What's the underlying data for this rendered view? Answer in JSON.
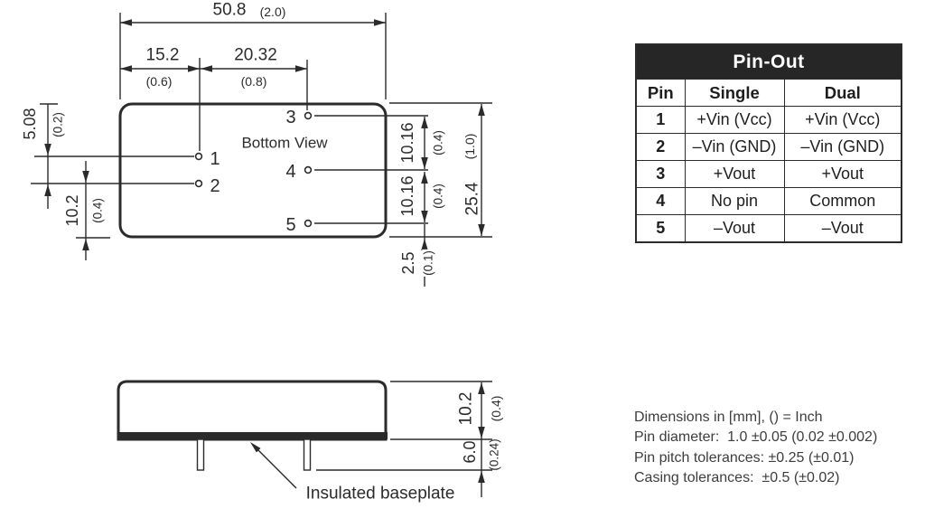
{
  "bottom_view": {
    "label": "Bottom View",
    "pin_labels": [
      "1",
      "2",
      "3",
      "4",
      "5"
    ]
  },
  "side_view": {
    "callout": "Insulated baseplate"
  },
  "dimensions": {
    "overall_width": {
      "mm": "50.8",
      "inch": "(2.0)"
    },
    "pin1_offset": {
      "mm": "15.2",
      "inch": "(0.6)"
    },
    "pin_column_pitch": {
      "mm": "20.32",
      "inch": "(0.8)"
    },
    "pin1_pin2_pitch": {
      "mm": "5.08",
      "inch": "(0.2)"
    },
    "pin2_to_edge": {
      "mm": "10.2",
      "inch": "(0.4)"
    },
    "pin3_pin4_pitch": {
      "mm": "10.16",
      "inch": "(0.4)"
    },
    "pin4_pin5_pitch": {
      "mm": "10.16",
      "inch": "(0.4)"
    },
    "overall_depth": {
      "mm": "25.4",
      "inch": "(1.0)"
    },
    "pin5_to_edge": {
      "mm": "2.5",
      "inch": "(0.1)"
    },
    "case_height": {
      "mm": "10.2",
      "inch": "(0.4)"
    },
    "pin_length": {
      "mm": "6.0",
      "inch": "(0.24)"
    }
  },
  "pinout": {
    "title": "Pin-Out",
    "headers": [
      "Pin",
      "Single",
      "Dual"
    ],
    "rows": [
      {
        "pin": "1",
        "single": "+Vin (Vcc)",
        "dual": "+Vin (Vcc)"
      },
      {
        "pin": "2",
        "single": "–Vin (GND)",
        "dual": "–Vin (GND)"
      },
      {
        "pin": "3",
        "single": "+Vout",
        "dual": "+Vout"
      },
      {
        "pin": "4",
        "single": "No pin",
        "dual": "Common"
      },
      {
        "pin": "5",
        "single": "–Vout",
        "dual": "–Vout"
      }
    ]
  },
  "notes": {
    "lines": [
      "Dimensions in [mm], () = Inch",
      "Pin diameter:  1.0 ±0.05 (0.02 ±0.002)",
      "Pin pitch tolerances: ±0.25 (±0.01)",
      "Casing tolerances:  ±0.5 (±0.02)"
    ]
  }
}
